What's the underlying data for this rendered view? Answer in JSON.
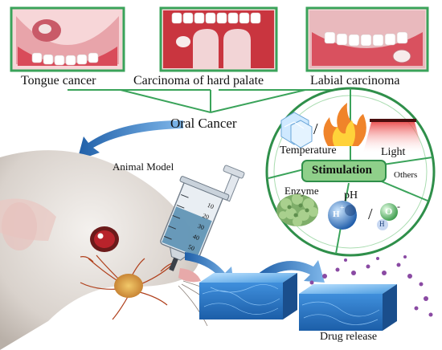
{
  "top_panels": {
    "tongue": "Tongue cancer",
    "palate": "Carcinoma of hard palate",
    "labial": "Labial carcinoma"
  },
  "center_label": "Oral Cancer",
  "animal_model": "Animal Model",
  "stimulation": {
    "title": "Stimulation",
    "temperature": "Temperature",
    "separator": "/",
    "light": "Light",
    "others": "Others",
    "enzyme": "Enzyme",
    "ph": "pH",
    "ion_h": "H",
    "ion_plus": "+",
    "ion_o": "O",
    "ion_minus": "-",
    "ion_oh_h": "H"
  },
  "syringe_ticks": [
    "10",
    "20",
    "30",
    "40",
    "50"
  ],
  "drug_release": "Drug release",
  "colors": {
    "panel_border": "#3aa35a",
    "mouth_red": "#d94b5a",
    "hydrogel_blue": "#2f7fd0",
    "arrow_blue": "#3b7fc4",
    "stimulation_box": "#8fd08a"
  },
  "icons": {
    "snowflake": "ice-crystal-icon",
    "fire": "flame-icon",
    "lamp": "light-lamp-icon",
    "enzyme": "enzyme-molecule-icon",
    "ion": "ion-sphere-icon"
  }
}
